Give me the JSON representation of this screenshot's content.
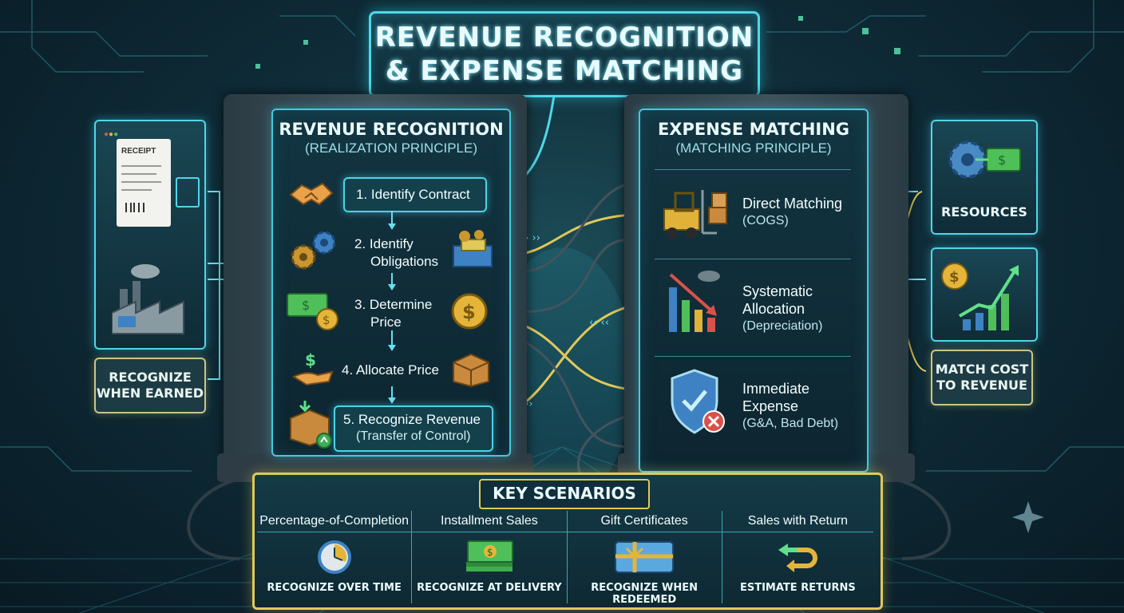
{
  "title": {
    "line1": "REVENUE RECOGNITION",
    "line2": "& EXPENSE MATCHING"
  },
  "revenue": {
    "title": "REVENUE RECOGNITION",
    "subtitle": "(REALIZATION PRINCIPLE)",
    "steps": [
      {
        "line1": "1. Identify Contract",
        "line2": ""
      },
      {
        "line1": "2. Identify",
        "line2": "Obligations"
      },
      {
        "line1": "3. Determine",
        "line2": "Price"
      },
      {
        "line1": "4. Allocate Price",
        "line2": ""
      },
      {
        "line1": "5. Recognize Revenue",
        "line2": "(Transfer of Control)"
      }
    ]
  },
  "expense": {
    "title": "EXPENSE MATCHING",
    "subtitle": "(MATCHING PRINCIPLE)",
    "items": [
      {
        "line1": "Direct Matching",
        "line2": "",
        "line3": "(COGS)"
      },
      {
        "line1": "Systematic",
        "line2": "Allocation",
        "line3": "(Depreciation)"
      },
      {
        "line1": "Immediate",
        "line2": "Expense",
        "line3": "(G&A, Bad Debt)"
      }
    ]
  },
  "left_side": {
    "receipt_label": "RECEIPT",
    "tag_line1": "RECOGNIZE",
    "tag_line2": "WHEN EARNED"
  },
  "right_side": {
    "resources_label": "RESOURCES",
    "tag_line1": "MATCH COST",
    "tag_line2": "TO REVENUE"
  },
  "scenarios": {
    "title": "KEY SCENARIOS",
    "columns": [
      {
        "header": "Percentage-of-Completion",
        "footer": "RECOGNIZE OVER TIME"
      },
      {
        "header": "Installment Sales",
        "footer": "RECOGNIZE AT DELIVERY"
      },
      {
        "header": "Gift Certificates",
        "footer": "RECOGNIZE WHEN REDEEMED"
      },
      {
        "header": "Sales with Return",
        "footer": "ESTIMATE RETURNS"
      }
    ]
  },
  "colors": {
    "accent": "#4fd8ea",
    "gold": "#e0c85a",
    "bg": "#0f2c38"
  }
}
